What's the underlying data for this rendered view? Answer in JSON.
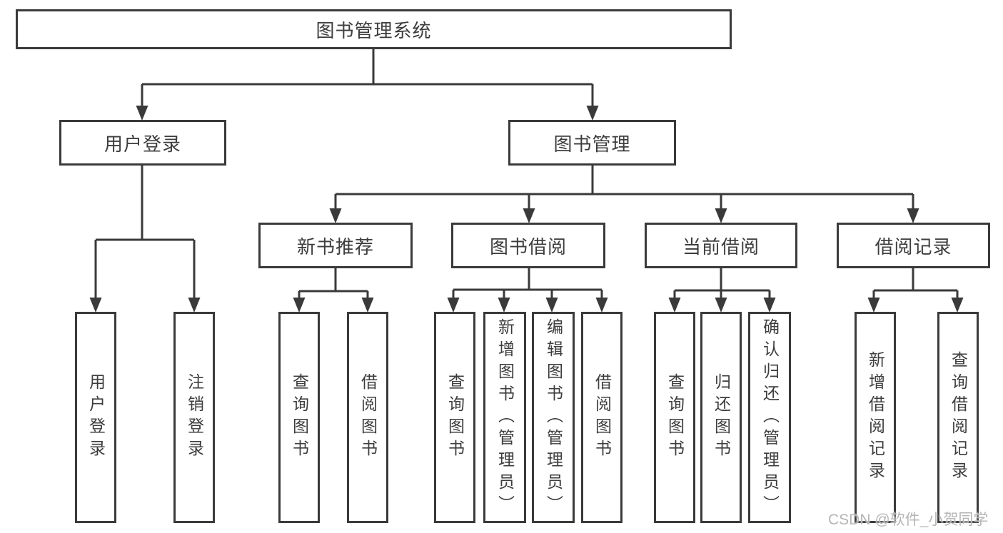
{
  "diagram": {
    "type": "hierarchy-tree",
    "tree": {
      "label": "图书管理系统",
      "children": [
        {
          "label": "用户登录",
          "children": [
            {
              "label": "用户登录"
            },
            {
              "label": "注销登录"
            }
          ]
        },
        {
          "label": "图书管理",
          "children": [
            {
              "label": "新书推荐",
              "children": [
                {
                  "label": "查询图书"
                },
                {
                  "label": "借阅图书"
                }
              ]
            },
            {
              "label": "图书借阅",
              "children": [
                {
                  "label": "查询图书"
                },
                {
                  "label": "新增图书（管理员）"
                },
                {
                  "label": "编辑图书（管理员）"
                },
                {
                  "label": "借阅图书"
                }
              ]
            },
            {
              "label": "当前借阅",
              "children": [
                {
                  "label": "查询图书"
                },
                {
                  "label": "归还图书"
                },
                {
                  "label": "确认归还（管理员）"
                }
              ]
            },
            {
              "label": "借阅记录",
              "children": [
                {
                  "label": "新增借阅记录"
                },
                {
                  "label": "查询借阅记录"
                }
              ]
            }
          ]
        }
      ]
    },
    "colors": {
      "line": "#3a3a3a",
      "text": "#3d3d3d",
      "background": "#ffffff",
      "watermark": "#b5b5b5"
    }
  },
  "watermark": {
    "text": "CSDN @软件_小贺同学"
  }
}
